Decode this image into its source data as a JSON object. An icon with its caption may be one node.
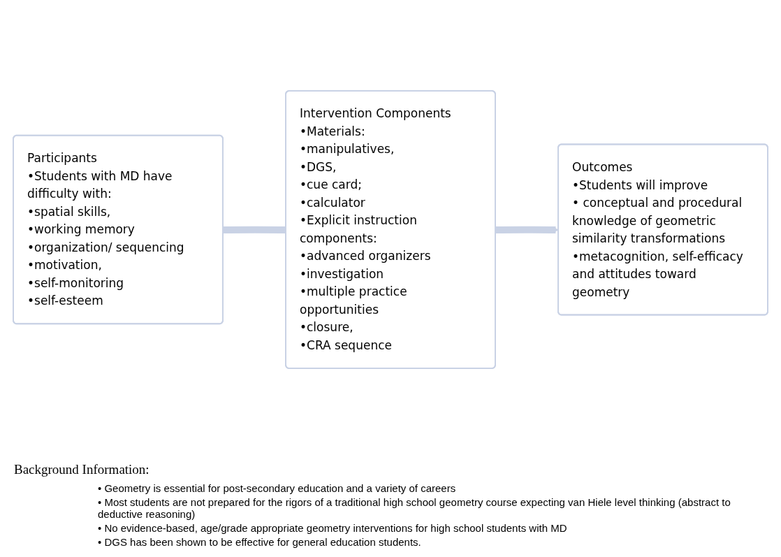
{
  "diagram": {
    "nodes": [
      {
        "text": [
          "Participants",
          "•Students with MD have difficulty with:",
          "•spatial skills,",
          "•working memory",
          "•organization/ sequencing",
          "•motivation,",
          "•self-monitoring",
          "•self-esteem"
        ]
      },
      {
        "text": [
          "Intervention Components",
          "•Materials:",
          "•manipulatives,",
          "•DGS,",
          "•cue card;",
          "•calculator",
          "•Explicit instruction components:",
          "•advanced organizers",
          "•investigation",
          "•multiple practice opportunities",
          "•closure,",
          "•CRA sequence"
        ]
      },
      {
        "text": [
          "Outcomes",
          "•Students will improve",
          "• conceptual and procedural knowledge of geometric similarity transformations",
          "•metacognition, self-efficacy and attitudes toward geometry"
        ]
      }
    ],
    "edges": [
      {
        "from": 0,
        "to": 1,
        "arrow": "none"
      },
      {
        "from": 1,
        "to": 2,
        "arrow": "to"
      }
    ],
    "labels": [
      "Background Information:",
      "• Geometry is essential for post-secondary education and a variety of careers",
      "• Most students are not prepared for the rigors of a traditional high school geometry course expecting van Hiele level thinking (abstract to deductive reasoning)",
      "• No evidence-based, age/grade appropriate geometry interventions for high school students with MD",
      "• DGS has been shown to be effective for general education students."
    ]
  }
}
